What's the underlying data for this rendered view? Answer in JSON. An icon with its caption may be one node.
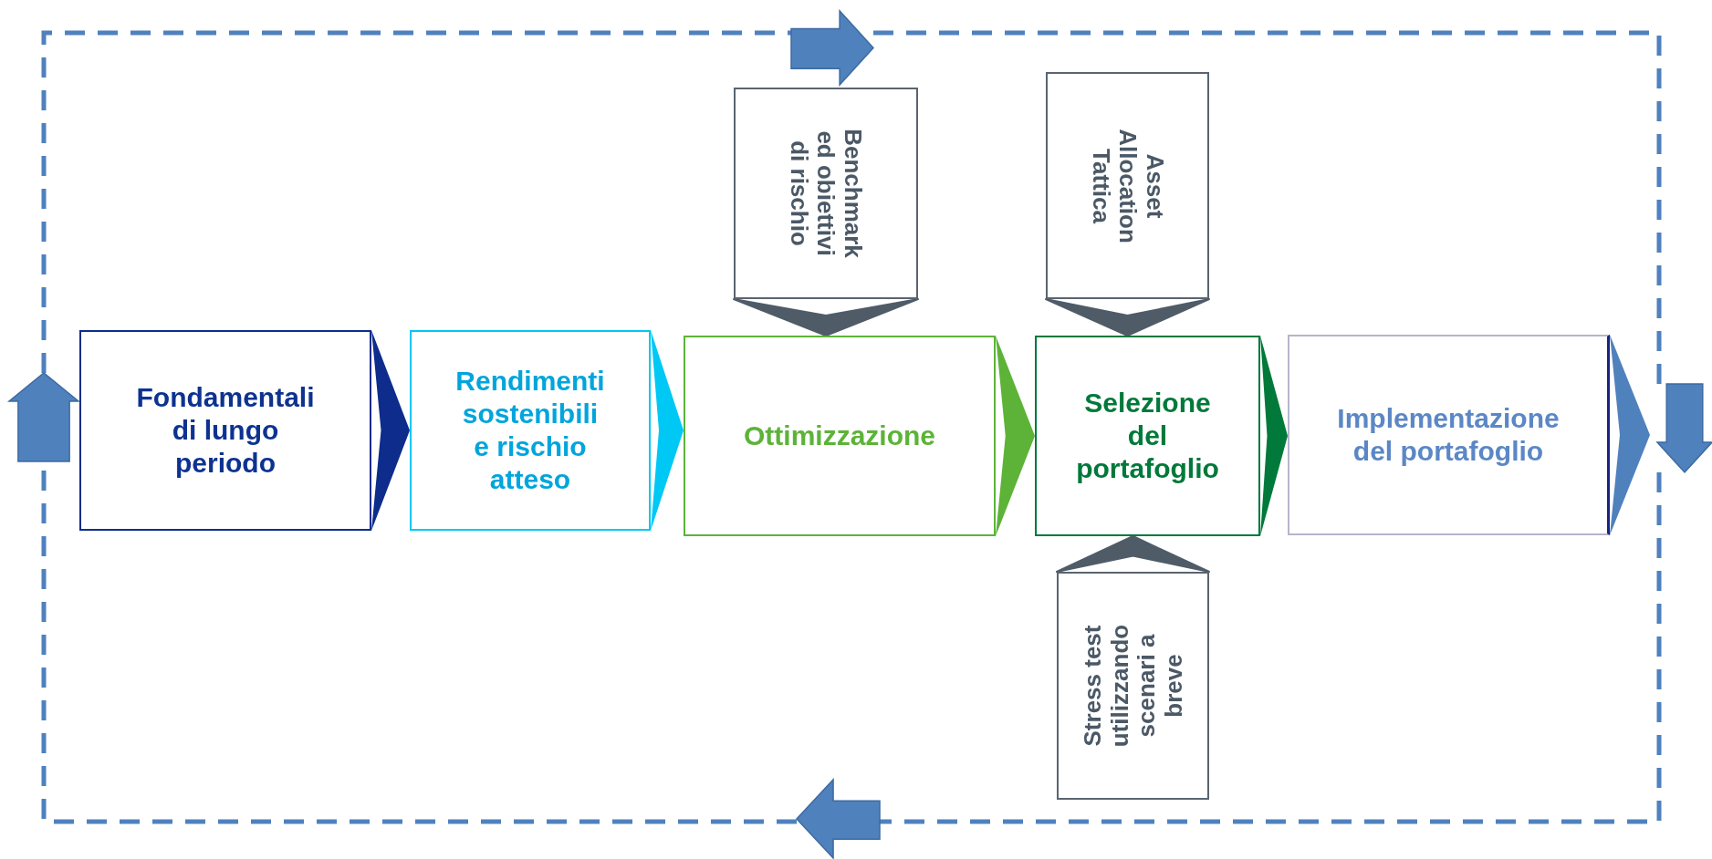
{
  "diagram": {
    "nodes": [
      {
        "text": [
          "Fondamentali di lungo periodo"
        ]
      },
      {
        "text": [
          "Rendimenti sostenibili e rischio atteso"
        ]
      },
      {
        "text": [
          "Ottimizzazione"
        ]
      },
      {
        "text": [
          "Selezione del portafoglio"
        ]
      },
      {
        "text": [
          "Implementazione del portafoglio"
        ]
      },
      {
        "text": [
          "Benchmark ed obiettivi di rischio"
        ]
      },
      {
        "text": [
          "Asset Allocation Tattica"
        ]
      },
      {
        "text": [
          "Stress test utilizzando scenari a breve"
        ]
      },
      {
        "text": [],
        "shape": "arrow"
      },
      {
        "text": [],
        "shape": "arrow"
      },
      {
        "text": [],
        "shape": "arrow"
      },
      {
        "text": [],
        "shape": "arrow"
      }
    ],
    "edges": [
      {
        "from": 0,
        "to": 1,
        "arrow": "to"
      },
      {
        "from": 1,
        "to": 2,
        "arrow": "to"
      },
      {
        "from": 2,
        "to": 3,
        "arrow": "to"
      },
      {
        "from": 3,
        "to": 4,
        "arrow": "to"
      },
      {
        "from": 4,
        "to": null,
        "arrow": "to"
      },
      {
        "from": 5,
        "to": 2,
        "arrow": "to"
      },
      {
        "from": 6,
        "to": 3,
        "arrow": "to"
      },
      {
        "from": 7,
        "to": 3,
        "arrow": "to"
      },
      {
        "from": 9,
        "to": 8,
        "arrow": "none",
        "style": "dashed"
      },
      {
        "from": 8,
        "to": 10,
        "arrow": "none",
        "style": "dashed"
      },
      {
        "from": 10,
        "to": 11,
        "arrow": "none",
        "style": "dashed"
      },
      {
        "from": 11,
        "to": 9,
        "arrow": "none",
        "style": "dashed"
      }
    ]
  }
}
